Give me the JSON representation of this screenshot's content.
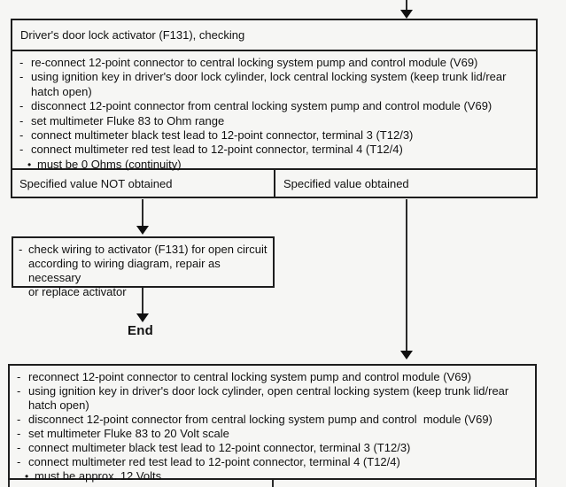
{
  "markers": {
    "dash": "-",
    "bullet": "•"
  },
  "title_box": {
    "label": "Driver's door lock activator (F131), checking"
  },
  "procedure_continuity": {
    "steps": [
      "re-connect 12-point connector to central locking system pump and control module (V69)",
      "using ignition key in driver's door lock cylinder, lock central locking system (keep trunk lid/rear\nhatch open)",
      "disconnect 12-point connector from central locking system pump and control module (V69)",
      "set multimeter Fluke 83 to Ohm range",
      "connect multimeter black test lead to 12-point connector, terminal 3 (T12/3)",
      "connect multimeter red test lead to 12-point connector, terminal 4 (T12/4)"
    ],
    "result": "must be 0 Ohms (continuity)"
  },
  "decision_row": {
    "not_obtained": "Specified value NOT obtained",
    "obtained": "Specified value obtained"
  },
  "repair_box": {
    "text": "check wiring to activator (F131) for open circuit\naccording to wiring diagram, repair as necessary\nor replace activator"
  },
  "end_label": "End",
  "procedure_voltage": {
    "steps": [
      "reconnect 12-point connector to central locking system pump and control module (V69)",
      "using ignition key in driver's door lock cylinder, open central locking system (keep trunk lid/rear\nhatch open)",
      "disconnect 12-point connector from central locking system pump and control  module (V69)",
      "set multimeter Fluke 83 to 20 Volt scale",
      "connect multimeter black test lead to 12-point connector, terminal 3 (T12/3)",
      "connect multimeter red test lead to 12-point connector, terminal 4 (T12/4)"
    ],
    "result": "must be approx. 12 Volts"
  }
}
